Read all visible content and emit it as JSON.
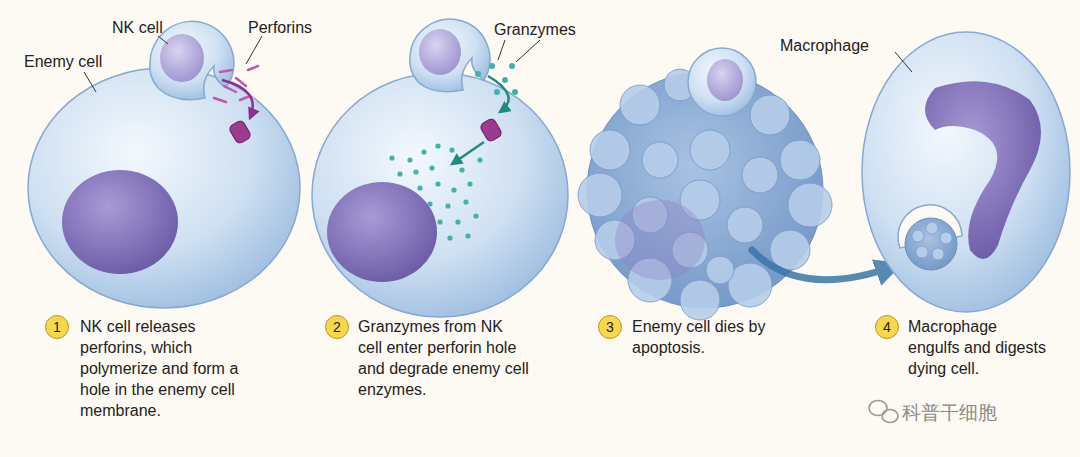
{
  "diagram": {
    "nodes": [
      {
        "text": [
          "1"
        ]
      },
      {
        "text": [
          "2"
        ]
      },
      {
        "text": [
          "3"
        ]
      },
      {
        "text": [
          "4"
        ]
      }
    ],
    "labels": [
      "NK cell",
      "Perforins",
      "Enemy cell",
      "Granzymes",
      "Macrophage",
      "NK cell releases perforins, which polymerize and form a hole in the enemy cell membrane.",
      "Granzymes from NK cell enter perforin hole and degrade enemy cell enzymes.",
      "Enemy cell dies by apoptosis.",
      "Macrophage engulfs and digests dying cell.",
      "科普干细胞"
    ]
  }
}
